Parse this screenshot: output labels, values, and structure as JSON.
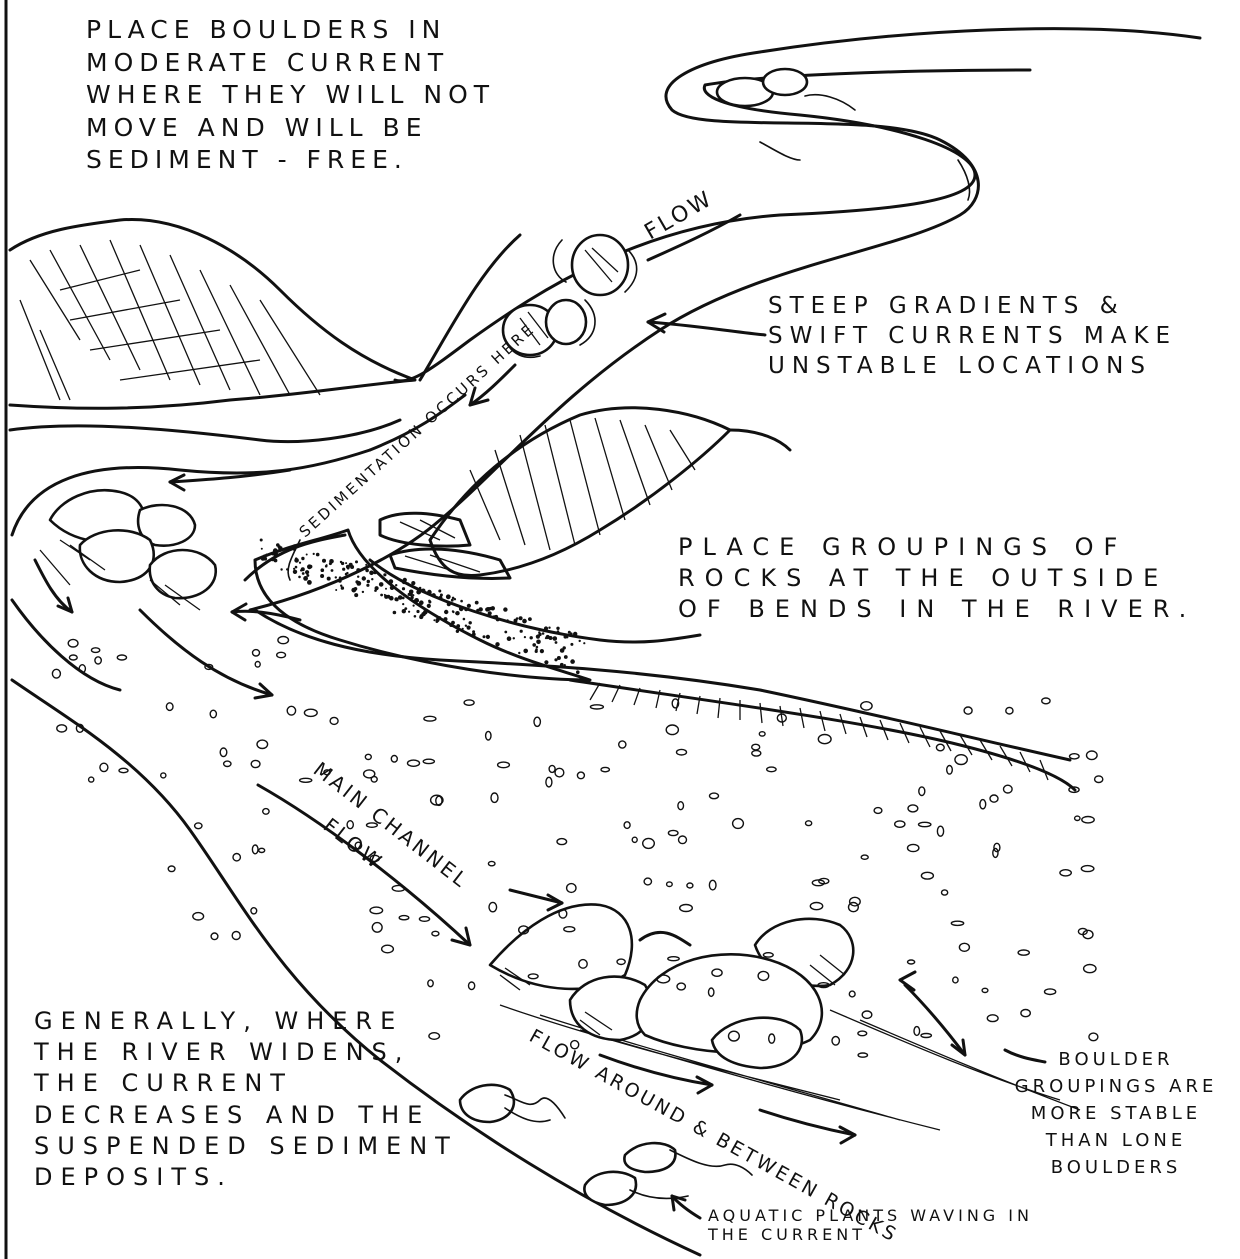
{
  "notes": {
    "boulders_moderate": "Place boulders in moderate current where they will not move and will be sediment - free.",
    "steep_gradients": "Steep gradients & swift currents make unstable locations",
    "outside_bends": "Place groupings of rocks at the outside of bends in the river.",
    "river_widens": "Generally, where the river widens, the current decreases and the suspended sediment deposits.",
    "boulder_groupings": "Boulder groupings are more stable than lone boulders",
    "aquatic_plants": "Aquatic plants waving in the current"
  },
  "labels": {
    "flow_top": "Flow",
    "sedimentation": "Sedimentation occurs here",
    "main_channel": "Main channel",
    "flow_main": "Flow",
    "flow_around": "Flow around & between rocks"
  },
  "colors": {
    "ink": "#111111",
    "paper": "#ffffff"
  }
}
